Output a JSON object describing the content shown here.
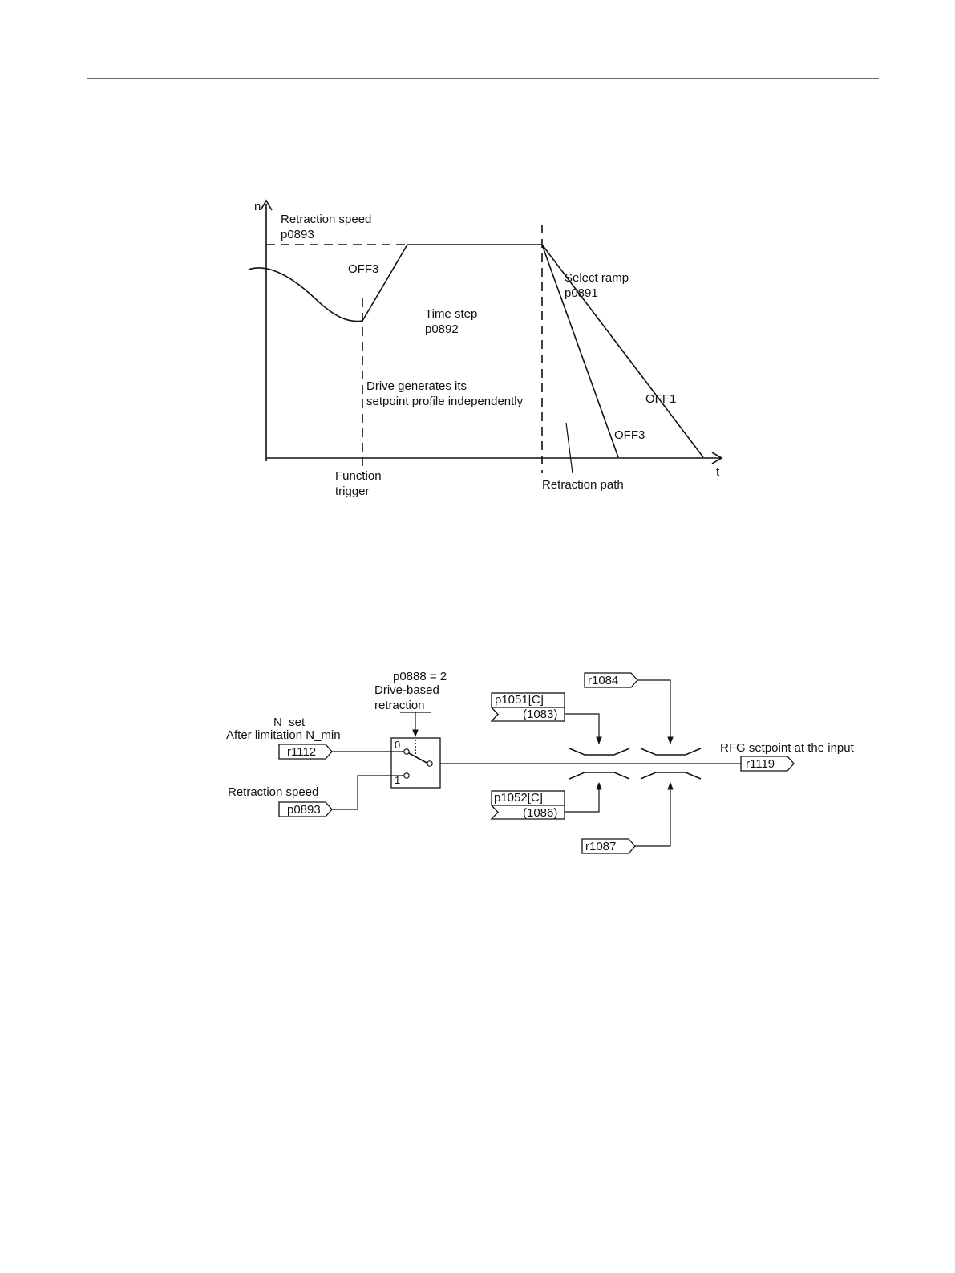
{
  "chart1": {
    "y_axis_label": "n",
    "x_axis_label": "t",
    "retraction_speed_label": "Retraction speed",
    "retraction_speed_param": "p0893",
    "off3_ramp_up_label": "OFF3",
    "time_step_label": "Time step",
    "time_step_param": "p0892",
    "select_ramp_label": "Select ramp",
    "select_ramp_param": "p0891",
    "drive_generates_line1": "Drive generates its",
    "drive_generates_line2": "setpoint profile independently",
    "off1_label": "OFF1",
    "off3_ramp_down_label": "OFF3",
    "function_trigger_line1": "Function",
    "function_trigger_line2": "trigger",
    "retraction_path_label": "Retraction path"
  },
  "chart2": {
    "selector_param": "p0888 = 2",
    "selector_title_line1": "Drive-based",
    "selector_title_line2": "retraction",
    "nset_label": "N_set",
    "nset_sublabel": "After limitation N_min",
    "input_r1112": "r1112",
    "retraction_speed_label": "Retraction speed",
    "input_p0893": "p0893",
    "switch_pos_0": "0",
    "switch_pos_1": "1",
    "p1051_label": "p1051[C]",
    "p1051_value": "(1083)",
    "p1052_label": "p1052[C]",
    "p1052_value": "(1086)",
    "r1084_label": "r1084",
    "r1087_label": "r1087",
    "output_label": "RFG setpoint at the input",
    "output_r1119": "r1119"
  }
}
